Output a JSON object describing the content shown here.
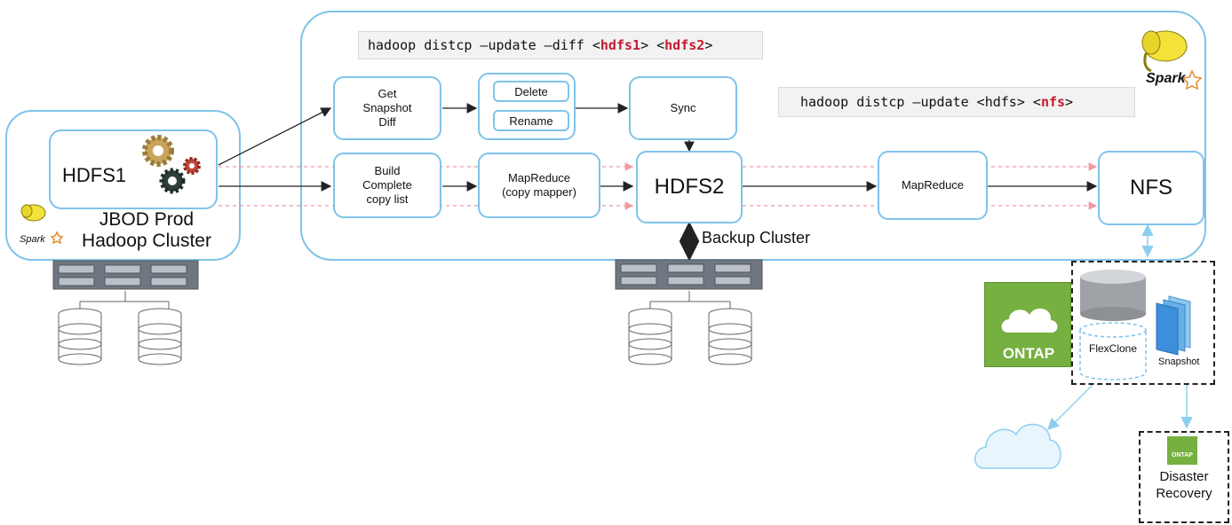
{
  "commands": {
    "diff": {
      "prefix": "hadoop distcp –update –diff <",
      "arg1": "hdfs1",
      "mid": "> <",
      "arg2": "hdfs2",
      "suffix": ">"
    },
    "nfs": {
      "prefix": "hadoop distcp –update <hdfs> <",
      "arg": "nfs",
      "suffix": ">"
    }
  },
  "prod_cluster": {
    "node": "HDFS1",
    "title": "JBOD Prod\nHadoop Cluster"
  },
  "backup_cluster": {
    "label": "Backup Cluster"
  },
  "steps": {
    "snapshot_diff": "Get\nSnapshot\nDiff",
    "delete": "Delete",
    "rename": "Rename",
    "sync": "Sync",
    "build_list": "Build\nComplete\ncopy list",
    "mapreduce_copy": "MapReduce\n(copy mapper)",
    "hdfs2": "HDFS2",
    "mapreduce": "MapReduce",
    "nfs": "NFS"
  },
  "storage": {
    "ontap": "ONTAP",
    "flexclone": "FlexClone",
    "snapshot": "Snapshot"
  },
  "disaster_recovery": {
    "badge": "ONTAP",
    "label": "Disaster\nRecovery"
  },
  "logos": {
    "spark": "Spark"
  },
  "colors": {
    "panel_border": "#7fc3ea",
    "highlight": "#c41a2e",
    "ontap_green": "#76b041",
    "arrow_link": "#8ecfef",
    "dotted_flow": "#ef9aa0"
  }
}
